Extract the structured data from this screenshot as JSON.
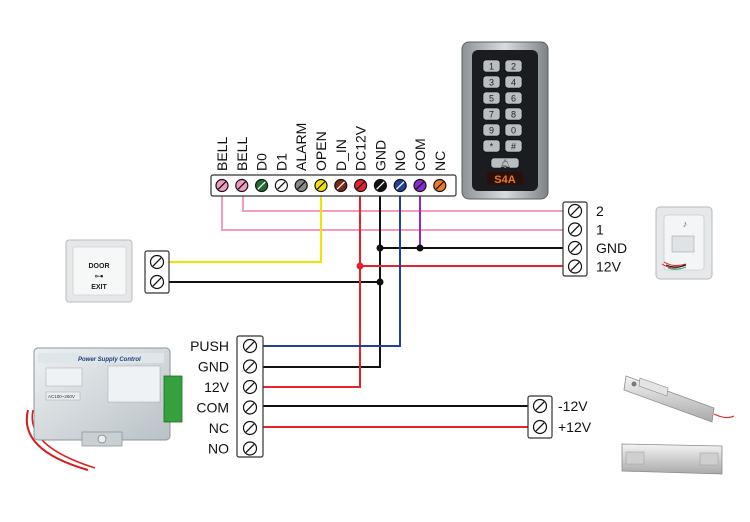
{
  "colors": {
    "pink": "#f19bc0",
    "green": "#1e6e2a",
    "black": "#111111",
    "gray": "#8a8a8a",
    "yellow": "#f2e400",
    "brown": "#7a2a12",
    "red": "#e8222a",
    "blue": "#223f9c",
    "purple": "#8a2bd1",
    "orange": "#f07a1e",
    "white": "#ffffff"
  },
  "controller": {
    "terminals": [
      {
        "label": "BELL",
        "color": "pink"
      },
      {
        "label": "BELL",
        "color": "pink"
      },
      {
        "label": "D0",
        "color": "green"
      },
      {
        "label": "D1",
        "color": "white"
      },
      {
        "label": "ALARM",
        "color": "gray"
      },
      {
        "label": "OPEN",
        "color": "yellow"
      },
      {
        "label": "D_IN",
        "color": "brown"
      },
      {
        "label": "DC12V",
        "color": "red"
      },
      {
        "label": "GND",
        "color": "black"
      },
      {
        "label": "NO",
        "color": "blue"
      },
      {
        "label": "COM",
        "color": "purple"
      },
      {
        "label": "NC",
        "color": "orange"
      }
    ]
  },
  "keypad": {
    "model": "S4A",
    "keys": [
      "1",
      "2",
      "3",
      "4",
      "5",
      "6",
      "7",
      "8",
      "9",
      "0",
      "*",
      "#"
    ]
  },
  "doorbell_block": {
    "terminals": [
      "2",
      "1",
      "GND",
      "12V"
    ]
  },
  "exit_button": {
    "line1": "DOOR",
    "line2": "EXIT"
  },
  "power_supply": {
    "title": "Power Supply Control",
    "input": "AC100~260V",
    "terminals": [
      "PUSH",
      "GND",
      "12V",
      "COM",
      "NC",
      "NO"
    ]
  },
  "lock_block": {
    "terminals": [
      "-12V",
      "+12V"
    ]
  }
}
